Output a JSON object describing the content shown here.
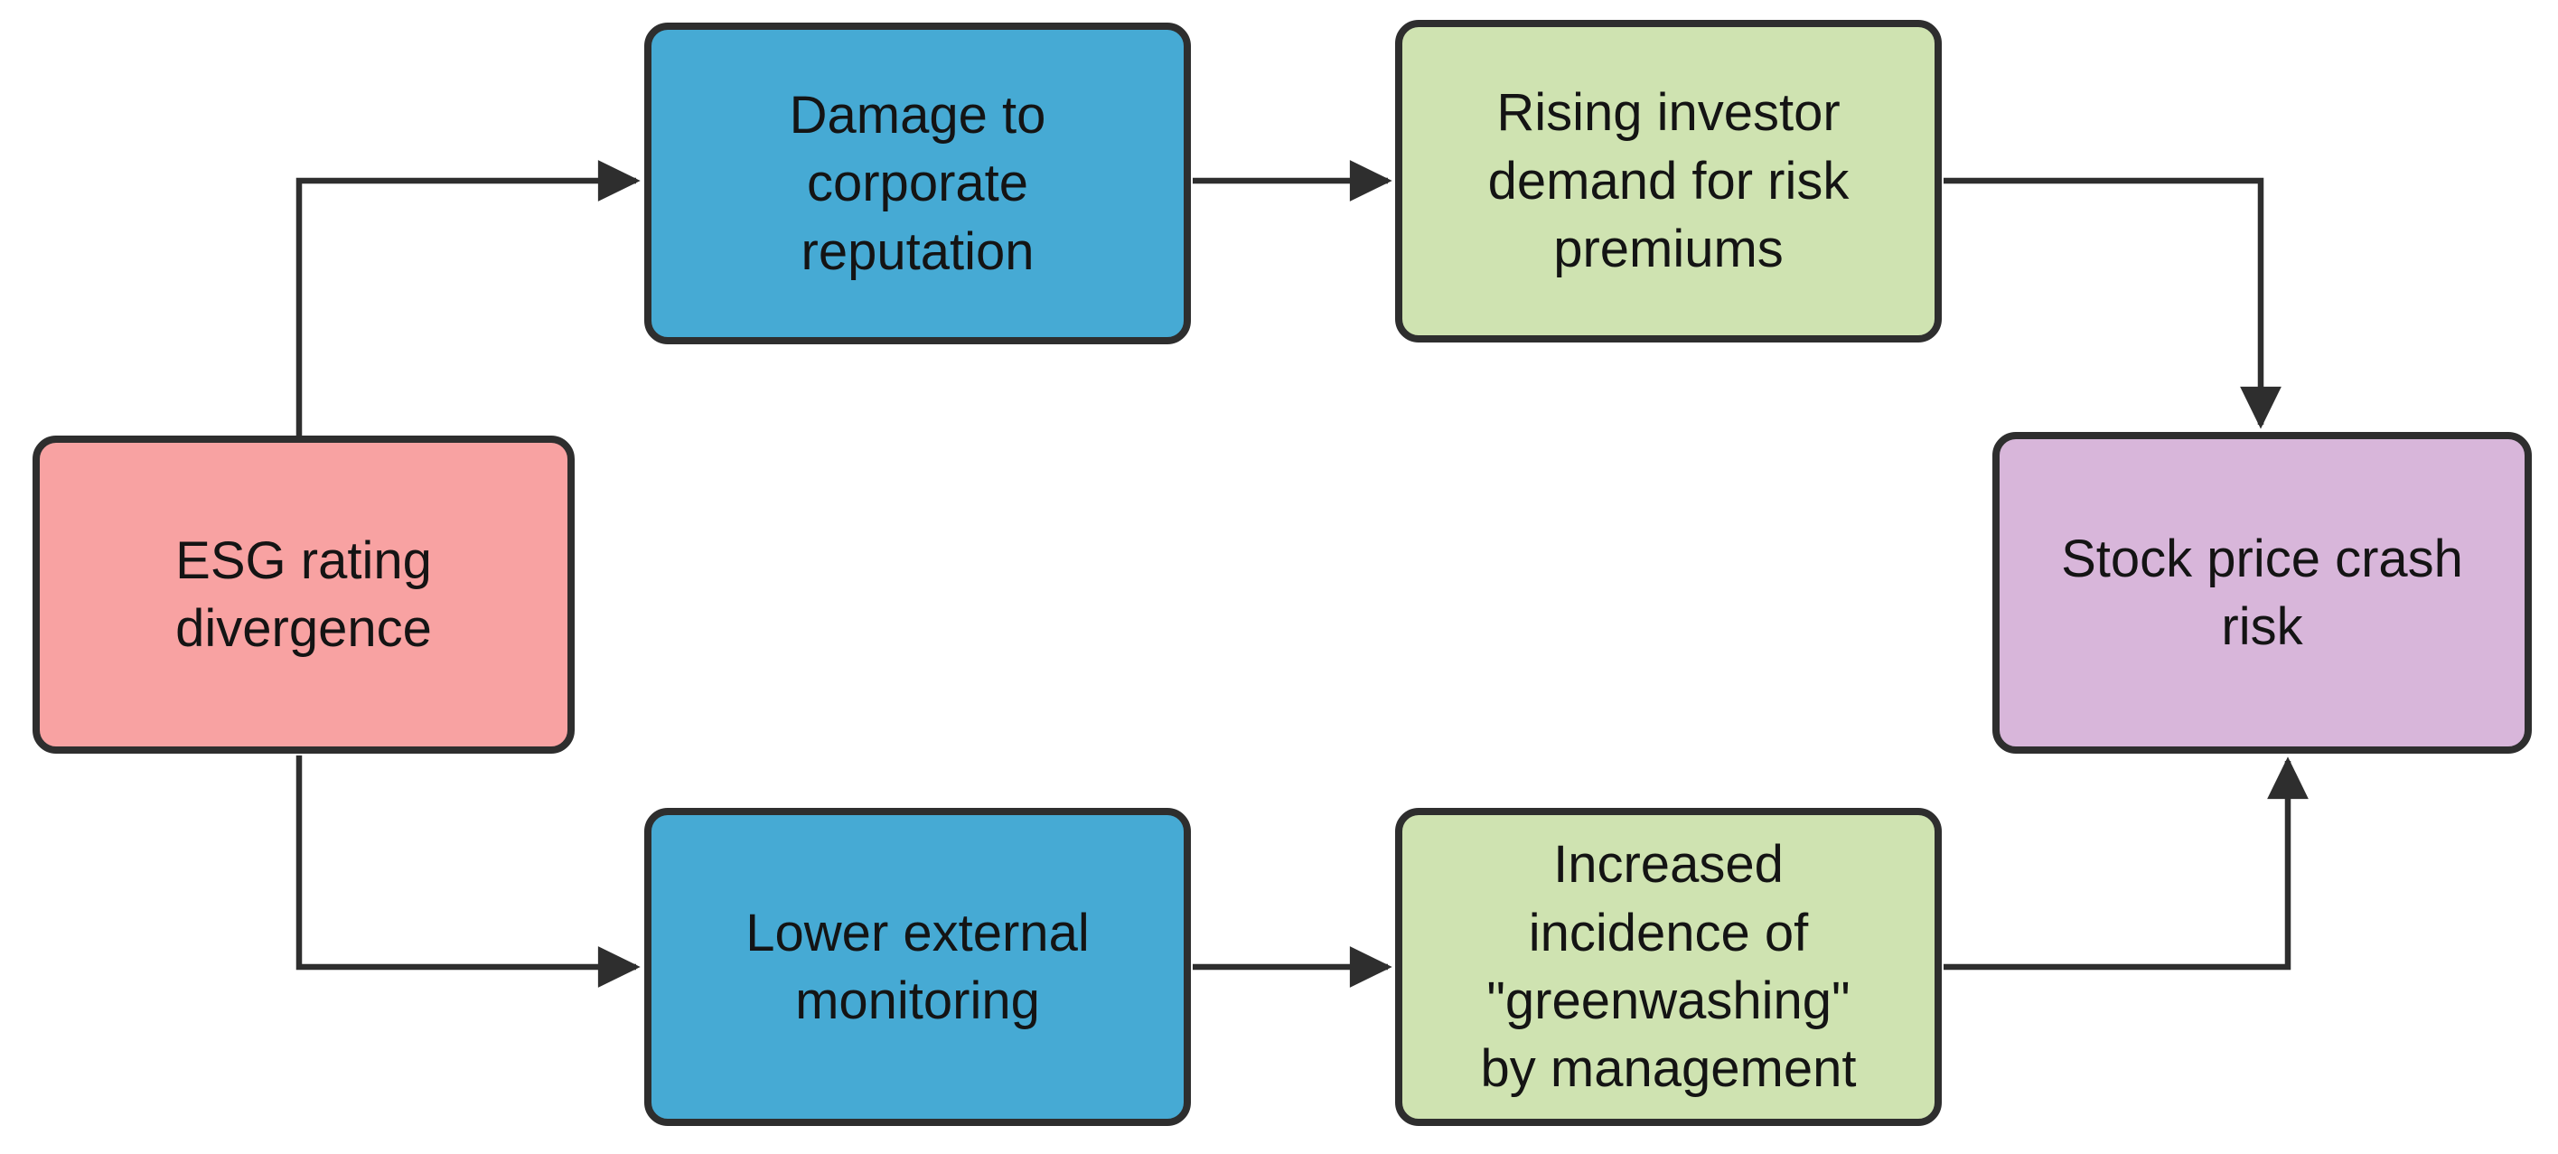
{
  "diagram": {
    "type": "flowchart",
    "background_color": "#ffffff",
    "stroke_color": "#2e2e2e",
    "text_color": "#141414",
    "nodes": [
      {
        "id": "esg",
        "label": "ESG rating\ndivergence",
        "fill": "#f8a2a2"
      },
      {
        "id": "damage",
        "label": "Damage to\ncorporate\nreputation",
        "fill": "#46aad4"
      },
      {
        "id": "rising",
        "label": "Rising investor\ndemand for risk\npremiums",
        "fill": "#cfe3b1"
      },
      {
        "id": "stock",
        "label": "Stock price crash\nrisk",
        "fill": "#d8b6da"
      },
      {
        "id": "lower",
        "label": "Lower external\nmonitoring",
        "fill": "#46aad4"
      },
      {
        "id": "greenwash",
        "label": "Increased\nincidence of\n\"greenwashing\"\nby management",
        "fill": "#cfe3b1"
      }
    ],
    "edges": [
      {
        "from": "ESG rating divergence",
        "to": "Damage to corporate reputation"
      },
      {
        "from": "Damage to corporate reputation",
        "to": "Rising investor demand for risk premiums"
      },
      {
        "from": "Rising investor demand for risk premiums",
        "to": "Stock price crash risk"
      },
      {
        "from": "ESG rating divergence",
        "to": "Lower external monitoring"
      },
      {
        "from": "Lower external monitoring",
        "to": "Increased incidence of \"greenwashing\" by management"
      },
      {
        "from": "Increased incidence of \"greenwashing\" by management",
        "to": "Stock price crash risk"
      }
    ]
  }
}
